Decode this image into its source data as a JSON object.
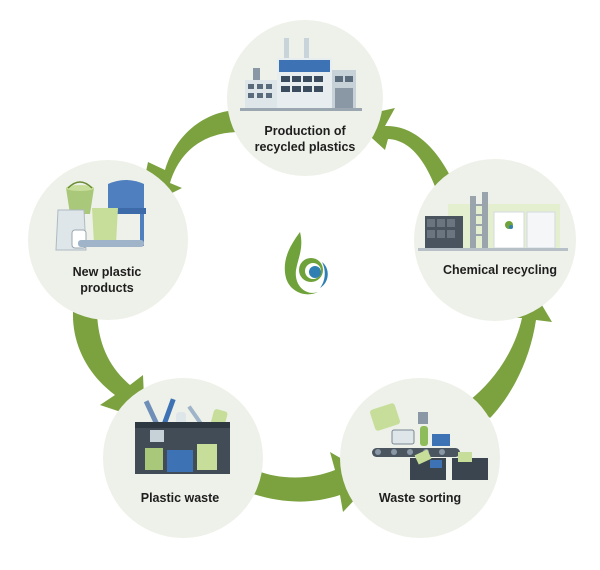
{
  "cycle": {
    "nodes": [
      {
        "id": "production",
        "label_line1": "Production of",
        "label_line2": "recycled plastics",
        "icon": "factory-icon"
      },
      {
        "id": "chemical",
        "label": "Chemical recycling",
        "icon": "chemical-plant-icon"
      },
      {
        "id": "sorting",
        "label": "Waste sorting",
        "icon": "conveyor-sorting-icon"
      },
      {
        "id": "waste",
        "label": "Plastic waste",
        "icon": "waste-bin-icon"
      },
      {
        "id": "new",
        "label_line1": "New plastic",
        "label_line2": "products",
        "icon": "plastic-products-icon"
      }
    ],
    "center_icon": "droplet-logo-icon",
    "colors": {
      "circle_fill": "#eef1e9",
      "arrow_green": "#7ba23f",
      "arrow_green_dark": "#6a8e34",
      "logo_green": "#6fa23a",
      "logo_blue": "#2f7fb3",
      "label_text": "#1e1e1e"
    }
  }
}
